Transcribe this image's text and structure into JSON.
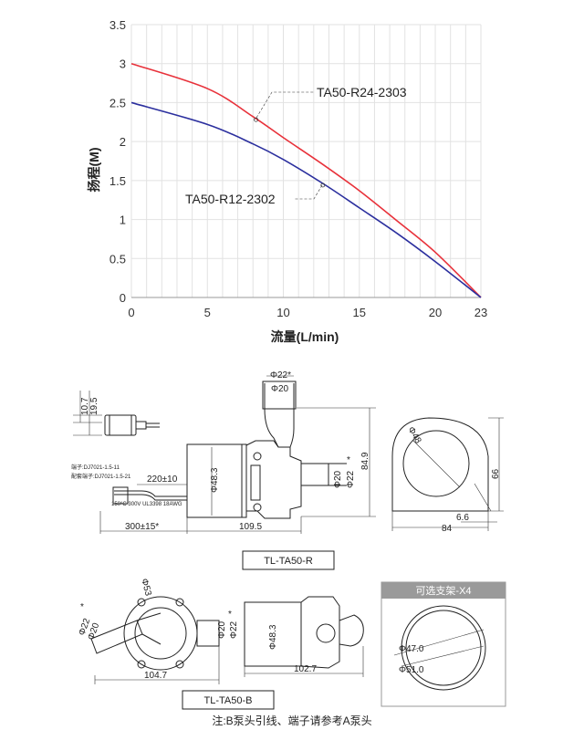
{
  "chart_data": {
    "type": "line",
    "xlabel": "流量(L/min)",
    "ylabel": "扬程(M)",
    "xlim": [
      0,
      23
    ],
    "ylim": [
      0,
      3.5
    ],
    "x_ticks": [
      "0",
      "5",
      "10",
      "15",
      "20",
      "23"
    ],
    "y_ticks": [
      "0",
      "0.5",
      "1",
      "1.5",
      "2",
      "2.5",
      "3",
      "3.5"
    ],
    "grid": true,
    "series": [
      {
        "name": "TA50-R24-2303",
        "color": "#e8313a",
        "x": [
          0,
          5,
          8,
          10,
          12.5,
          15,
          17.5,
          20,
          23
        ],
        "y": [
          3.0,
          2.68,
          2.32,
          2.05,
          1.72,
          1.37,
          0.98,
          0.58,
          0.0
        ]
      },
      {
        "name": "TA50-R12-2302",
        "color": "#2b2f9e",
        "x": [
          0,
          5,
          8,
          10,
          12.7,
          15,
          17.5,
          20,
          23
        ],
        "y": [
          2.5,
          2.22,
          1.97,
          1.77,
          1.45,
          1.15,
          0.82,
          0.46,
          0.0
        ]
      }
    ],
    "annotations": [
      {
        "text": "TA50-R24-2303",
        "x": 8.2,
        "y": 2.28
      },
      {
        "text": "TA50-R12-2302",
        "x": 12.6,
        "y": 1.44
      }
    ]
  },
  "drawing_r": {
    "caption": "TL-TA50-R",
    "dims": {
      "d22_top": "Φ22*",
      "d20_top": "Φ20",
      "d48_3": "Φ48.3",
      "h84_9": "84.9",
      "d20_side": "Φ20",
      "d22_side": "Φ22",
      "star_side": "*",
      "len220": "220±10",
      "len300": "300±15*",
      "len109_5": "109.5",
      "h10_7": "10.7",
      "h19_5": "19.5",
      "terminal": "端子:DJ7021-1.5-11",
      "mating": "配套端子:DJ7021-1.5-21",
      "wire": "150°C 300V UL3398 18AWG",
      "d48": "Φ48",
      "h66": "66",
      "w84": "84",
      "w6_6": "6.6"
    }
  },
  "drawing_b": {
    "caption": "TL-TA50-B",
    "dims": {
      "d53": "Φ53",
      "d22": "Φ22",
      "d20": "Φ20",
      "star": "*",
      "w104_7": "104.7",
      "d22_b": "Φ22",
      "d20_b": "Φ20",
      "star_b": "*",
      "d48_3": "Φ48.3",
      "w102_7": "102.7"
    }
  },
  "bracket": {
    "title": "可选支架-X4",
    "d47": "Φ47.0",
    "d51": "Φ51.0"
  },
  "note": "注:B泵头引线、端子请参考A泵头"
}
